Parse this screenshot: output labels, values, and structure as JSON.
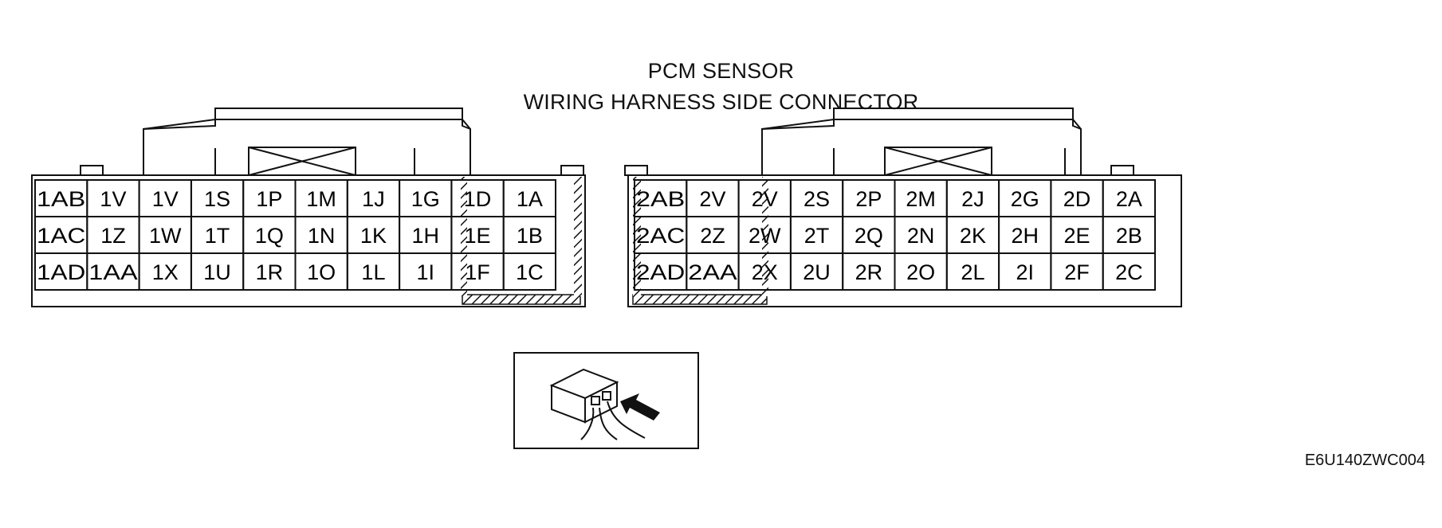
{
  "title": {
    "line1": "PCM SENSOR",
    "line2": "WIRING HARNESS SIDE CONNECTOR"
  },
  "connector1": {
    "rows": [
      [
        "1AB",
        "1V",
        "1V",
        "1S",
        "1P",
        "1M",
        "1J",
        "1G",
        "1D",
        "1A"
      ],
      [
        "1AC",
        "1Z",
        "1W",
        "1T",
        "1Q",
        "1N",
        "1K",
        "1H",
        "1E",
        "1B"
      ],
      [
        "1AD",
        "1AA",
        "1X",
        "1U",
        "1R",
        "1O",
        "1L",
        "1I",
        "1F",
        "1C"
      ]
    ]
  },
  "connector2": {
    "rows": [
      [
        "2AB",
        "2V",
        "2V",
        "2S",
        "2P",
        "2M",
        "2J",
        "2G",
        "2D",
        "2A"
      ],
      [
        "2AC",
        "2Z",
        "2W",
        "2T",
        "2Q",
        "2N",
        "2K",
        "2H",
        "2E",
        "2B"
      ],
      [
        "2AD",
        "2AA",
        "2X",
        "2U",
        "2R",
        "2O",
        "2L",
        "2I",
        "2F",
        "2C"
      ]
    ]
  },
  "icon": "harness-connector-view-icon",
  "caption": "E6U140ZWC004"
}
